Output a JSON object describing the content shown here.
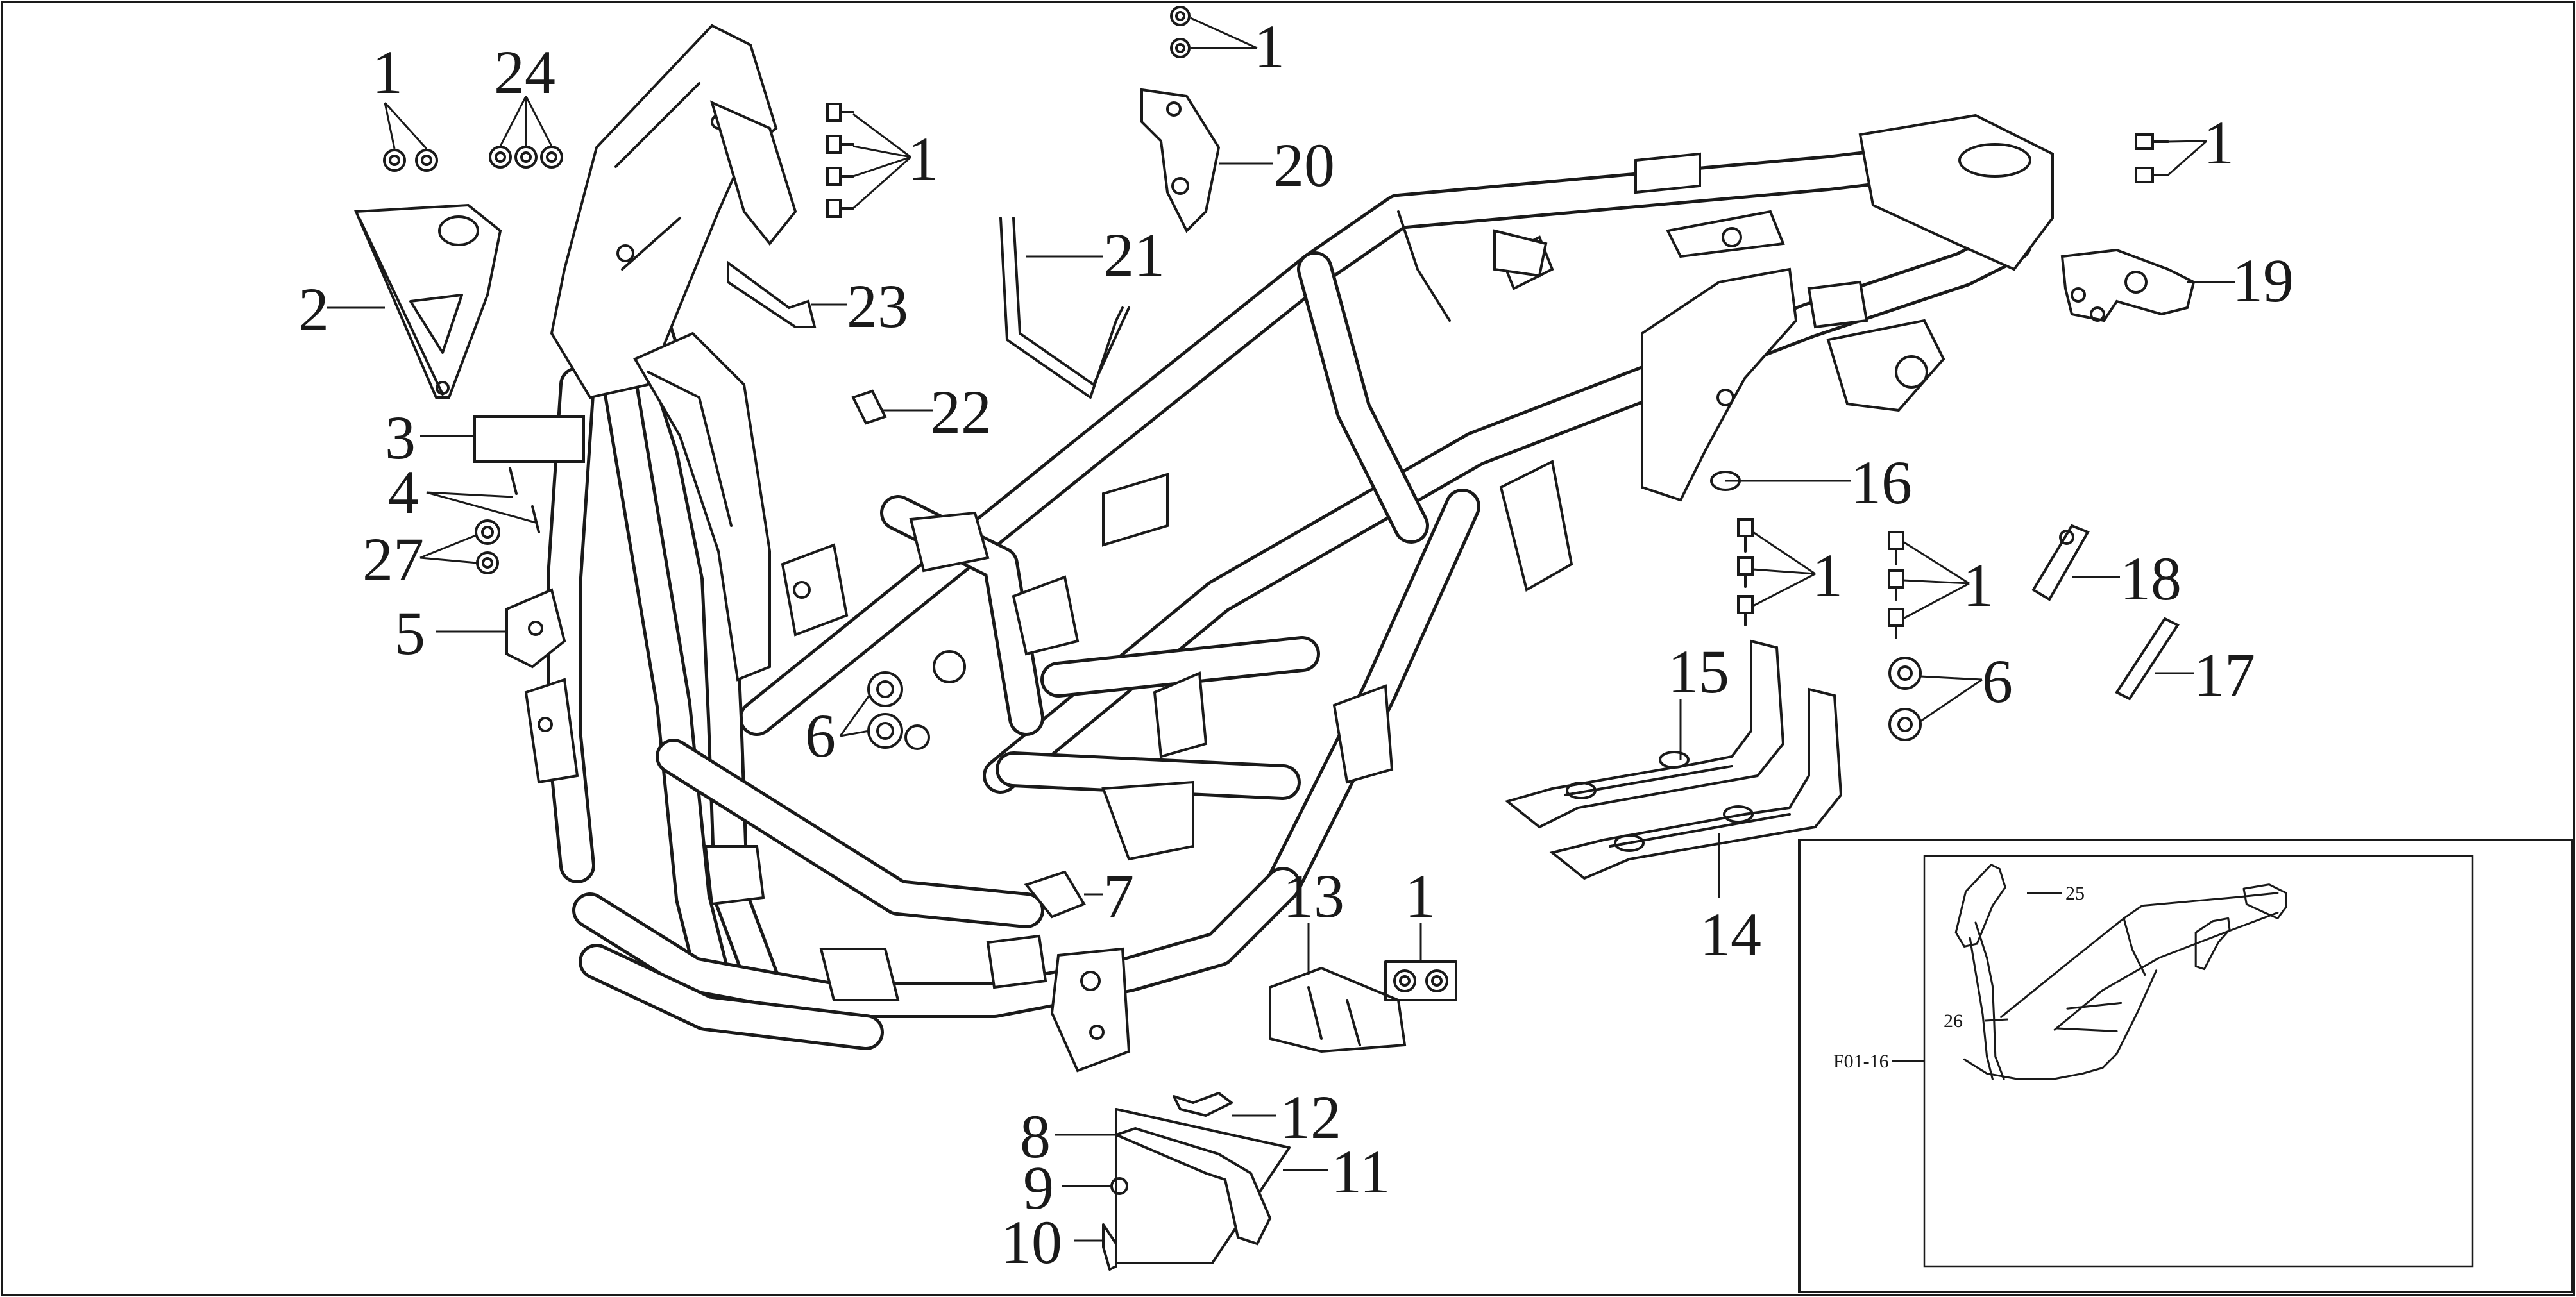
{
  "labels": {
    "l1a": "1",
    "l24": "24",
    "l1b": "1",
    "l1c": "1",
    "l20": "20",
    "l21": "21",
    "l23": "23",
    "l22": "22",
    "l2": "2",
    "l3": "3",
    "l4": "4",
    "l27": "27",
    "l5": "5",
    "l6a": "6",
    "l7": "7",
    "l13": "13",
    "l1d": "1",
    "l8": "8",
    "l9": "9",
    "l10": "10",
    "l11": "11",
    "l12": "12",
    "l14": "14",
    "l15": "15",
    "l16": "16",
    "l1e": "1",
    "l1f": "1",
    "l1g": "1",
    "l6b": "6",
    "l18": "18",
    "l17": "17",
    "l19": "19"
  },
  "inset": {
    "code": "F01-16",
    "l25": "25",
    "l26": "26"
  }
}
